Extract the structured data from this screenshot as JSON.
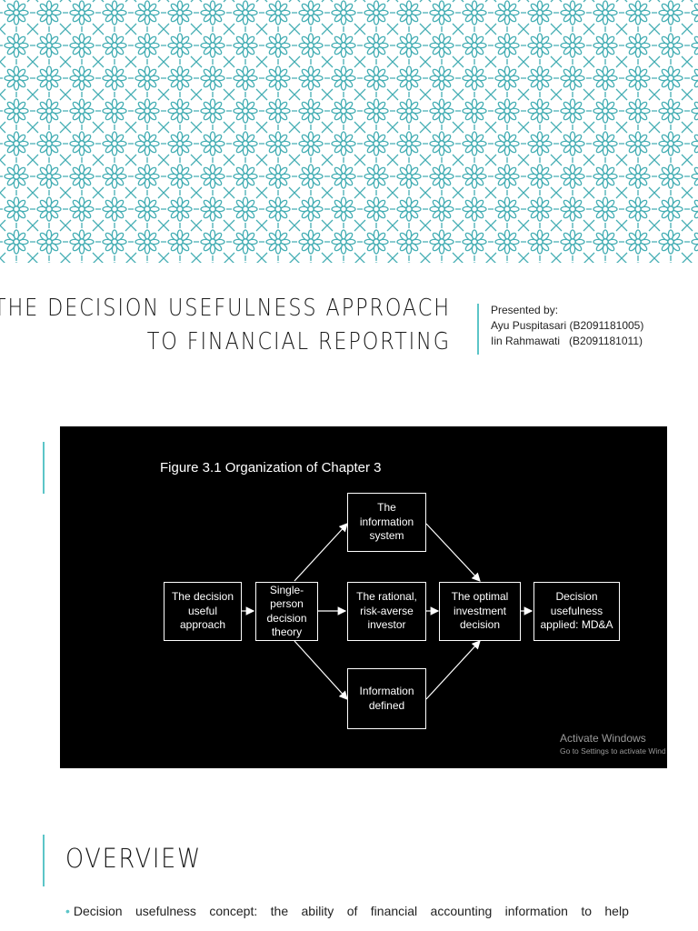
{
  "slide1": {
    "title_line1": "THE DECISION USEFULNESS APPROACH",
    "title_line2": "TO FINANCIAL REPORTING",
    "presented_by_label": "Presented by:",
    "presenters": [
      "Ayu Puspitasari (B2091181005)",
      "Iin Rahmawati   (B2091181011)"
    ],
    "accent_color": "#5cc5c8"
  },
  "figure": {
    "title": "Figure 3.1  Organization of Chapter 3",
    "boxes": {
      "decision_useful_approach": "The decision\nuseful\napproach",
      "single_person": "Single-\nperson\ndecision\ntheory",
      "information_system": "The\ninformation\nsystem",
      "rational_investor": "The rational,\nrisk-averse\ninvestor",
      "information_defined": "Information\ndefined",
      "optimal_decision": "The optimal\ninvestment\ndecision",
      "applied_mda": "Decision\nusefulness\napplied: MD&A"
    },
    "watermark_line1": "Activate Windows",
    "watermark_line2": "Go to Settings to activate Windows."
  },
  "slide2": {
    "title": "OVERVIEW",
    "bullet_words": [
      "Decision",
      "usefulness",
      "concept:",
      "the",
      "ability",
      "of",
      "financial",
      "accounting",
      "information",
      "to",
      "help"
    ]
  }
}
